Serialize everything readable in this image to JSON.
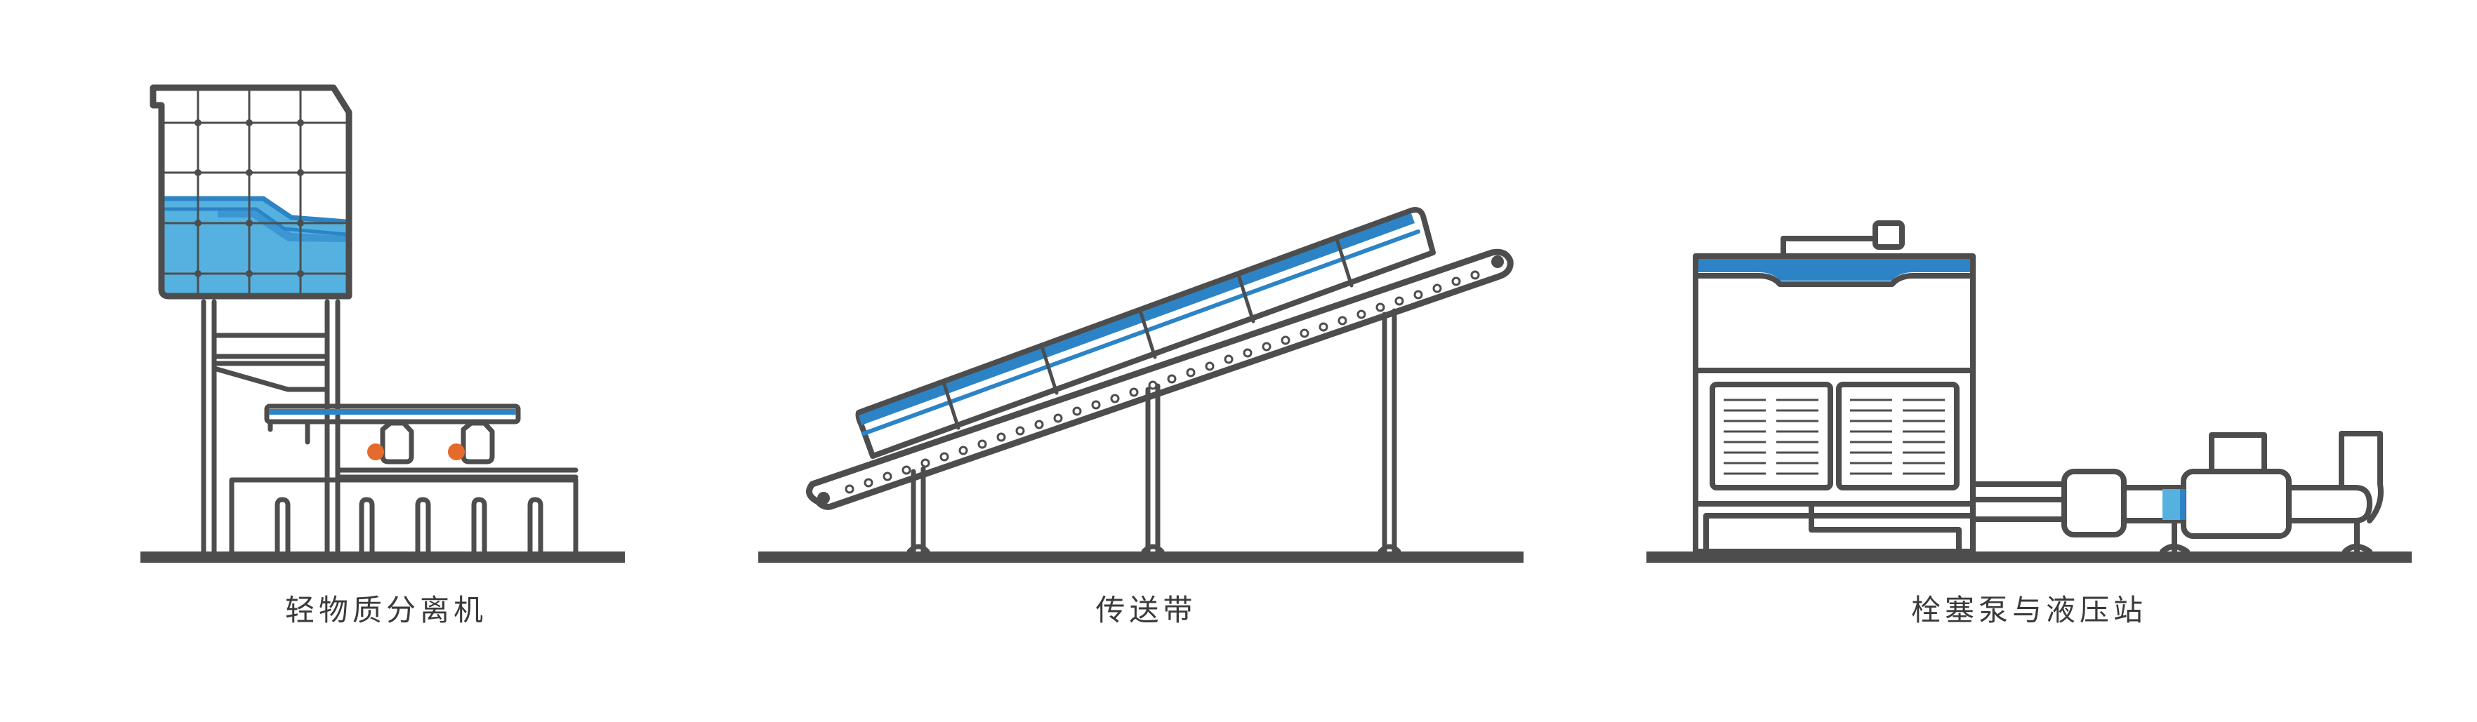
{
  "panels": [
    {
      "id": "light-material-separator",
      "caption": "轻物质分离机"
    },
    {
      "id": "conveyor-belt",
      "caption": "传送带"
    },
    {
      "id": "plug-pump-and-hydraulic-station",
      "caption": "栓塞泵与液压站"
    }
  ],
  "colors": {
    "outline": "#4d4d4d",
    "blue_fill": "#55b2e0",
    "blue_dark": "#2c84c6",
    "orange": "#e56a2c",
    "ground": "#4d4d4d"
  }
}
